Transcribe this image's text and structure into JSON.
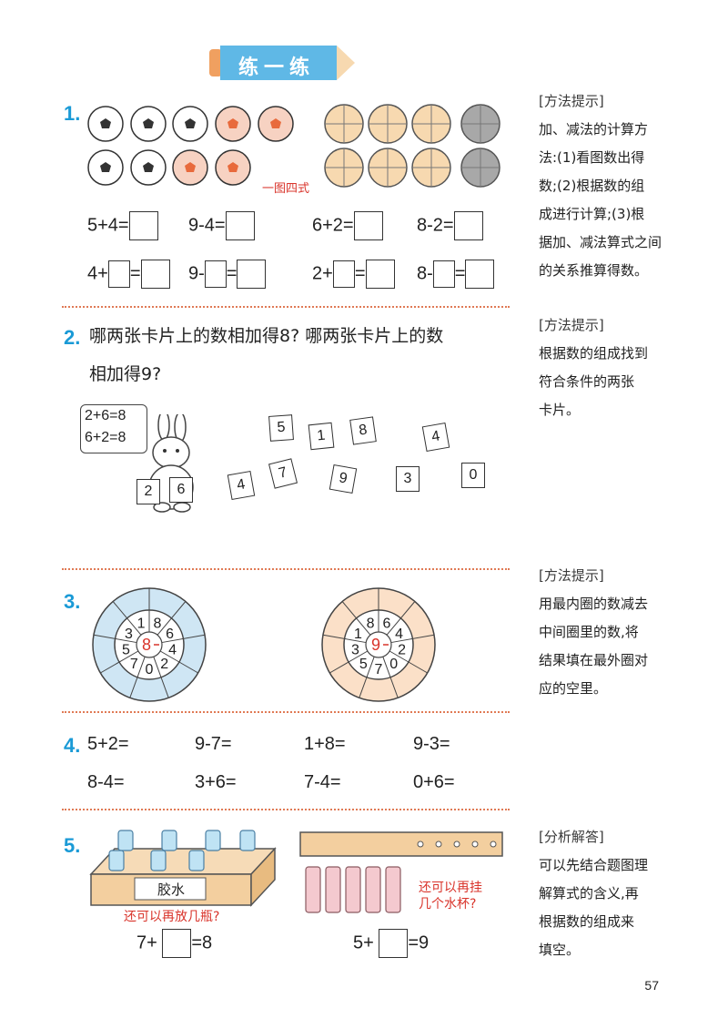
{
  "header": {
    "title": "练一练"
  },
  "q1": {
    "num": "1.",
    "annotation": "一图四式",
    "row1": [
      "5+4=",
      "9-4=",
      "6+2=",
      "8-2="
    ],
    "row2": [
      {
        "a": "4+",
        "b": "="
      },
      {
        "a": "9-",
        "b": "="
      },
      {
        "a": "2+",
        "b": "="
      },
      {
        "a": "8-",
        "b": "="
      }
    ]
  },
  "tip1": {
    "tag": "[方法提示]",
    "lines": [
      "加、减法的计算方",
      "法:(1)看图数出得",
      "数;(2)根据数的组",
      "成进行计算;(3)根",
      "据加、减法算式之间",
      "的关系推算得数。"
    ]
  },
  "q2": {
    "num": "2.",
    "line1": "哪两张卡片上的数相加得8? 哪两张卡片上的数",
    "line2": "相加得9?",
    "bubble": [
      "2+6=8",
      "6+2=8"
    ],
    "rabbit_cards": [
      "2",
      "6"
    ],
    "cards": [
      "5",
      "1",
      "8",
      "4",
      "4",
      "7",
      "9",
      "3",
      "0"
    ]
  },
  "tip2": {
    "tag": "[方法提示]",
    "lines": [
      "根据数的组成找到",
      "符合条件的两张",
      "卡片。"
    ]
  },
  "q3": {
    "num": "3.",
    "wheel1": {
      "center": "8",
      "inner": [
        "8",
        "6",
        "4",
        "2",
        "0",
        "7",
        "5",
        "3",
        "1"
      ]
    },
    "wheel2": {
      "center": "9",
      "inner": [
        "6",
        "4",
        "2",
        "0",
        "7",
        "5",
        "3",
        "1",
        "8"
      ]
    }
  },
  "tip3": {
    "tag": "[方法提示]",
    "lines": [
      "用最内圈的数减去",
      "中间圈里的数,将",
      "结果填在最外圈对",
      "应的空里。"
    ]
  },
  "q4": {
    "num": "4.",
    "row1": [
      "5+2=",
      "9-7=",
      "1+8=",
      "9-3="
    ],
    "row2": [
      "8-4=",
      "3+6=",
      "7-4=",
      "0+6="
    ]
  },
  "q5": {
    "num": "5.",
    "box_label": "胶水",
    "question1": "还可以再放几瓶?",
    "question2_lines": [
      "还可以再挂",
      "几个水杯?"
    ],
    "eq1_a": "7+",
    "eq1_b": "=8",
    "eq2_a": "5+",
    "eq2_b": "=9"
  },
  "tip5": {
    "tag": "[分析解答]",
    "lines": [
      "可以先结合题图理",
      "解算式的含义,再",
      "根据数的组成来",
      "填空。"
    ]
  },
  "page_number": "57",
  "colors": {
    "accent": "#1a9ad6",
    "banner": "#5fb8e6",
    "banner_tab": "#f0a060",
    "dash": "#e07a55",
    "red": "#d9342b"
  }
}
